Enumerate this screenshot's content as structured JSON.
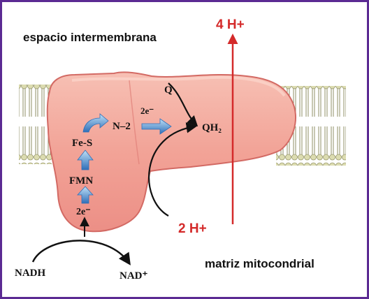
{
  "regions": {
    "top_label": "espacio intermembrana",
    "bottom_label": "matriz mitocondrial"
  },
  "protons": {
    "pumped": "4 H+",
    "consumed": "2 H+"
  },
  "carriers": {
    "fmn": "FMN",
    "fes": "Fe-S",
    "n2": "N–2",
    "two_e_bottom": "2e⁻",
    "two_e_mid": "2e⁻",
    "q": "Q",
    "qh2": "QH₂"
  },
  "substrates": {
    "nadh": "NADH",
    "nad": "NAD⁺"
  },
  "colors": {
    "frame": "#5b2a93",
    "protein": "#f3a99e",
    "protein_edge": "#d36a64",
    "proton_arrow": "#d42a2a",
    "proton_text": "#d42a2a",
    "electron_arrow": "#5aa0d6",
    "membrane_head": "#dcdcb0",
    "membrane_tail": "#b3b38a"
  }
}
